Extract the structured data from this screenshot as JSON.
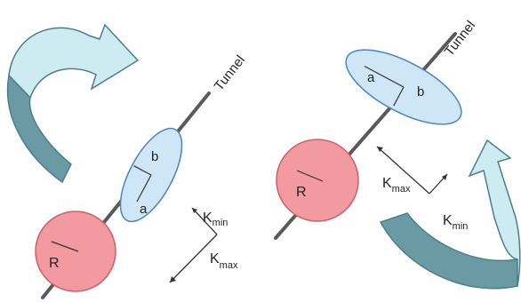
{
  "colors": {
    "tunnel": "#5a5a5a",
    "ellipse_fill": "#cfe6f6",
    "ellipse_stroke": "#4a86bb",
    "sphere_fill": "#f29aa0",
    "sphere_stroke": "#c9606a",
    "arrow_light": "#cdecf1",
    "arrow_dark": "#6a9aa3",
    "arrow_stroke": "#4c7f88",
    "axis": "#333333"
  },
  "left_panel": {
    "tunnel_label": "Tunnel",
    "ellipse_minor_label": "b",
    "ellipse_major_label": "a",
    "sphere_label": "R",
    "k_min": {
      "main": "K",
      "sub": "min"
    },
    "k_max": {
      "main": "K",
      "sub": "max"
    }
  },
  "right_panel": {
    "tunnel_label": "Tunnel",
    "ellipse_major_label": "a",
    "ellipse_minor_label": "b",
    "sphere_label": "R",
    "k_max": {
      "main": "K",
      "sub": "max"
    },
    "k_min": {
      "main": "K",
      "sub": "min"
    }
  }
}
